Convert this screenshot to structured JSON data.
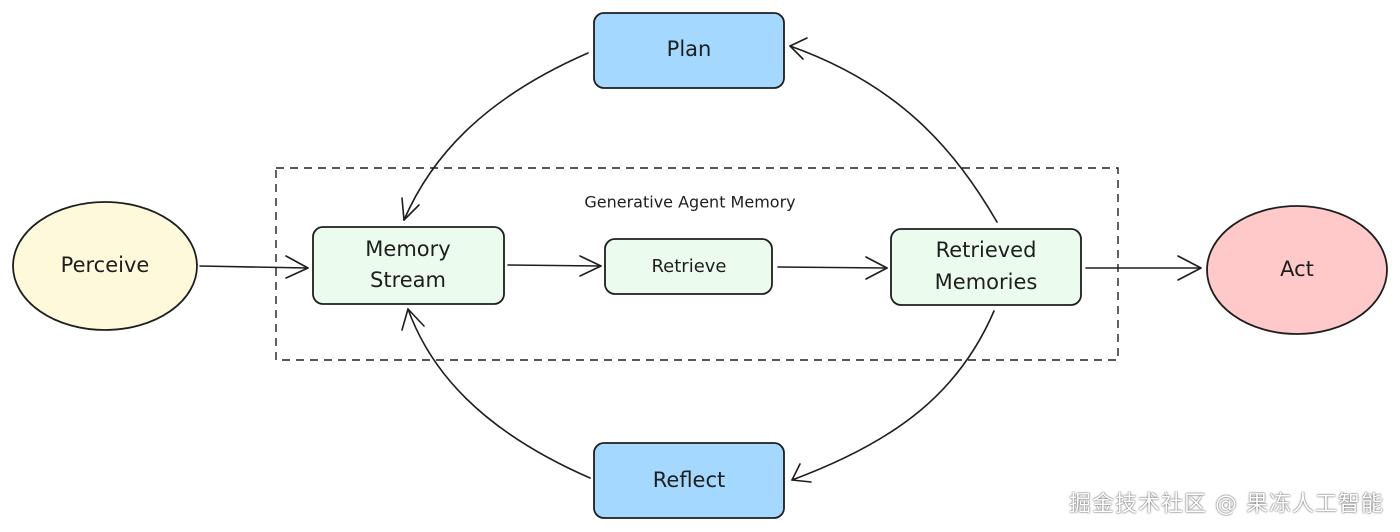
{
  "colors": {
    "stroke": "#1e1e1e",
    "plan_fill": "#a5d8ff",
    "reflect_fill": "#a5d8ff",
    "memory_fill": "#ebfbee",
    "perceive_fill": "#fff9db",
    "act_fill": "#ffc9c9"
  },
  "diagram": {
    "group_label": "Generative Agent Memory",
    "nodes": {
      "perceive": "Perceive",
      "memory_stream_line1": "Memory",
      "memory_stream_line2": "Stream",
      "retrieve": "Retrieve",
      "retrieved_line1": "Retrieved",
      "retrieved_line2": "Memories",
      "act": "Act",
      "plan": "Plan",
      "reflect": "Reflect"
    }
  },
  "watermark": "掘金技术社区 @ 果冻人工智能"
}
